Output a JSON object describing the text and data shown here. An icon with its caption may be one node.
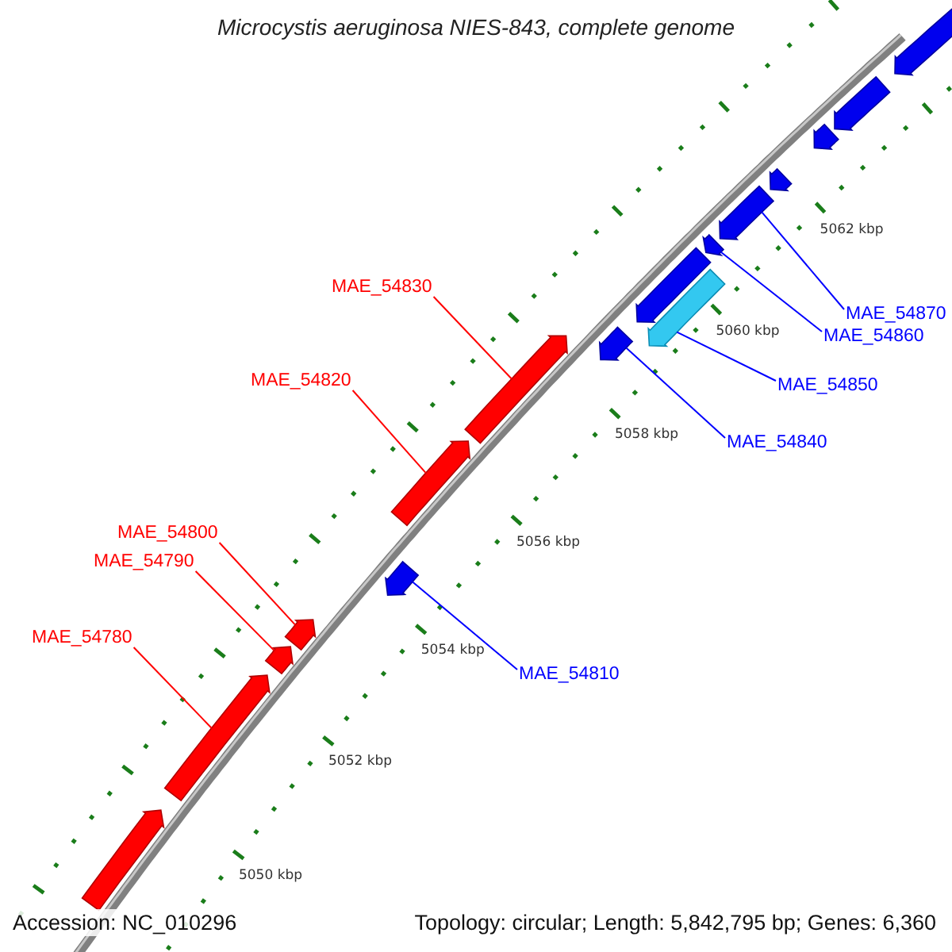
{
  "diagram": {
    "title": "Microcystis aeruginosa NIES-843, complete genome",
    "nodes": [
      {
        "text": [
          "MAE_54830"
        ]
      },
      {
        "text": [
          "MAE_54870"
        ]
      },
      {
        "text": [
          "MAE_54860"
        ]
      },
      {
        "text": [
          "MAE_54820"
        ]
      },
      {
        "text": [
          "MAE_54850"
        ]
      },
      {
        "text": [
          "MAE_54840"
        ]
      },
      {
        "text": [
          "MAE_54800"
        ]
      },
      {
        "text": [
          "MAE_54790"
        ]
      },
      {
        "text": [
          "MAE_54780"
        ]
      },
      {
        "text": [
          "MAE_54810"
        ]
      },
      {
        "text": [],
        "shape": "pentagon"
      },
      {
        "text": [],
        "shape": "pentagon"
      },
      {
        "text": [],
        "shape": "pentagon"
      },
      {
        "text": [],
        "shape": "pentagon"
      },
      {
        "text": [],
        "shape": "pentagon"
      },
      {
        "text": [],
        "shape": "pentagon"
      },
      {
        "text": [],
        "shape": "pentagon"
      },
      {
        "text": [],
        "shape": "pentagon"
      },
      {
        "text": [],
        "shape": "pentagon"
      },
      {
        "text": [],
        "shape": "pentagon"
      },
      {
        "text": [],
        "shape": "pentagon"
      },
      {
        "text": [],
        "shape": "pentagon"
      },
      {
        "text": [],
        "shape": "pentagon"
      },
      {
        "text": [],
        "shape": "pentagon"
      },
      {
        "text": [],
        "shape": "pentagon"
      },
      {
        "text": [],
        "shape": "pentagon"
      }
    ],
    "edges": [
      {
        "from": 0,
        "to": 16,
        "arrow": "none",
        "color": "#ff0000"
      },
      {
        "from": 1,
        "to": 21,
        "arrow": "none",
        "color": "#0000ff"
      },
      {
        "from": 2,
        "to": 20,
        "arrow": "none",
        "color": "#0000ff"
      },
      {
        "from": 3,
        "to": 15,
        "arrow": "none",
        "color": "#ff0000"
      },
      {
        "from": 4,
        "to": 18,
        "arrow": "none",
        "color": "#0000ff"
      },
      {
        "from": 5,
        "to": 17,
        "arrow": "none",
        "color": "#0000ff"
      },
      {
        "from": 6,
        "to": 13,
        "arrow": "none",
        "color": "#ff0000"
      },
      {
        "from": 7,
        "to": 12,
        "arrow": "none",
        "color": "#ff0000"
      },
      {
        "from": 8,
        "to": 11,
        "arrow": "none",
        "color": "#ff0000"
      },
      {
        "from": 9,
        "to": 14,
        "arrow": "none",
        "color": "#0000ff"
      }
    ],
    "labels": [
      "5062 kbp",
      "5060 kbp",
      "5058 kbp",
      "5056 kbp",
      "5054 kbp",
      "5052 kbp",
      "5050 kbp",
      "Accession: NC_010296",
      "Topology: circular; Length: 5,842,795 bp; Genes: 6,360"
    ]
  }
}
